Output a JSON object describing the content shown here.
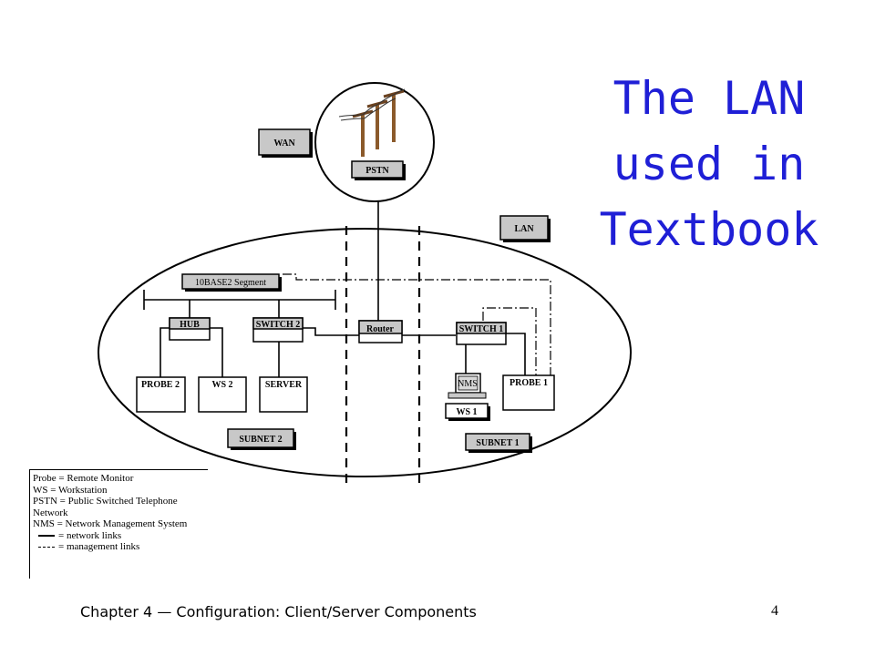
{
  "title": {
    "lines": [
      "The LAN",
      "used  in",
      "Textbook"
    ]
  },
  "diagram": {
    "labels": {
      "wan": "WAN",
      "pstn": "PSTN",
      "lan": "LAN",
      "segment": "10BASE2 Segment",
      "hub": "HUB",
      "switch2": "SWITCH 2",
      "router": "Router",
      "switch1": "SWITCH 1",
      "probe2": "PROBE 2",
      "ws2": "WS 2",
      "server": "SERVER",
      "nms": "NMS",
      "ws1": "WS 1",
      "probe1": "PROBE 1",
      "subnet2": "SUBNET 2",
      "subnet1": "SUBNET 1"
    }
  },
  "legend": {
    "definitions": [
      "Probe = Remote Monitor",
      "WS = Workstation",
      "PSTN = Public Switched Telephone",
      "Network",
      "NMS = Network Management System"
    ],
    "network_links": "=  network links",
    "management_links": "=  management links"
  },
  "footer": {
    "text": "Chapter 4 — Configuration: Client/Server Components",
    "page_number": "4"
  },
  "colors": {
    "title": "#1f1fd6",
    "label_box_fill": "#c8c8c8"
  }
}
